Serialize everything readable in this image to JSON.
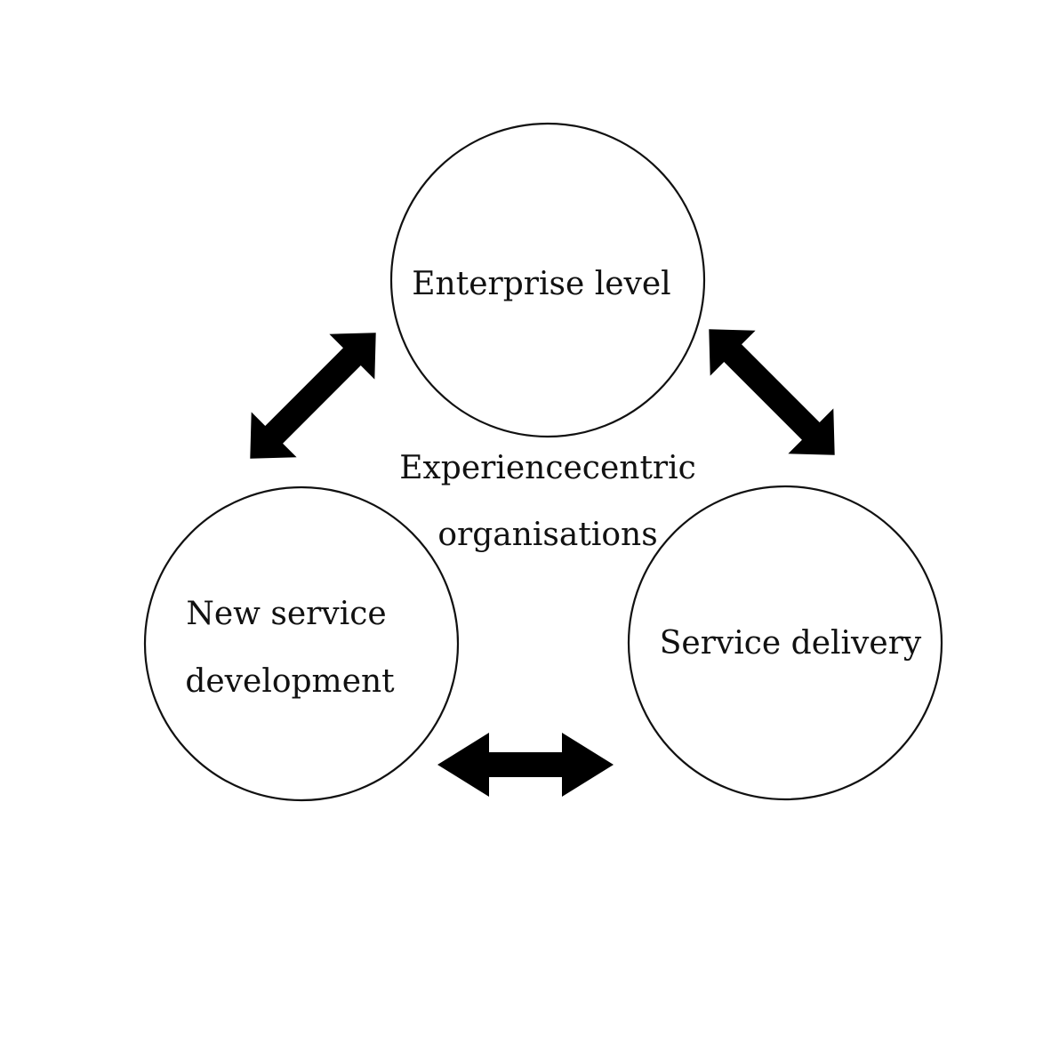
{
  "diagram": {
    "nodes": {
      "enterprise": {
        "label": "Enterprise level"
      },
      "new_service": {
        "label_line1": "New service",
        "label_line2": "development"
      },
      "service_delivery": {
        "label": "Service delivery"
      }
    },
    "center": {
      "line1": "Experiencecentric",
      "line2": "organisations"
    },
    "colors": {
      "stroke": "#111111",
      "arrow": "#000000",
      "background": "#ffffff"
    }
  }
}
